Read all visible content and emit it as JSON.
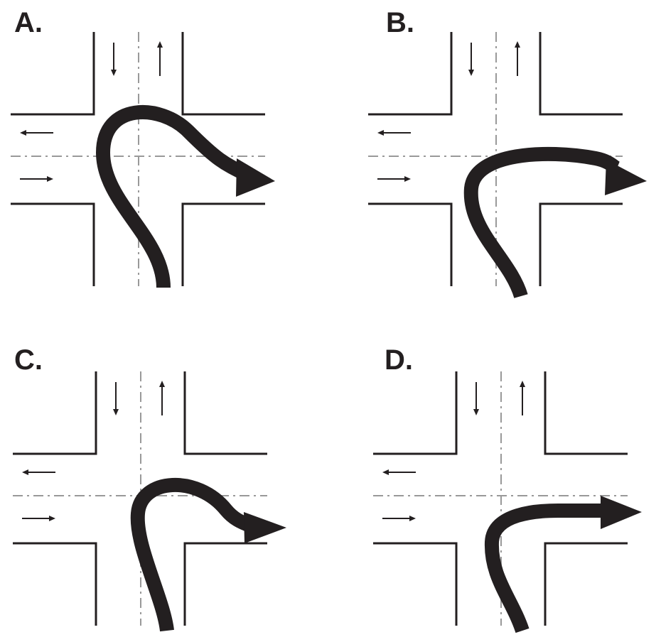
{
  "panels": [
    {
      "id": "a",
      "label": "A.",
      "path_shape": "u-turn-loop-then-right"
    },
    {
      "id": "b",
      "label": "B.",
      "path_shape": "wide-left-swing-then-right"
    },
    {
      "id": "c",
      "label": "C.",
      "path_shape": "tight-loop-then-right"
    },
    {
      "id": "d",
      "label": "D.",
      "path_shape": "straight-up-then-right"
    }
  ],
  "colors": {
    "ink": "#231f20",
    "center_line": "#999999",
    "background": "#ffffff"
  }
}
